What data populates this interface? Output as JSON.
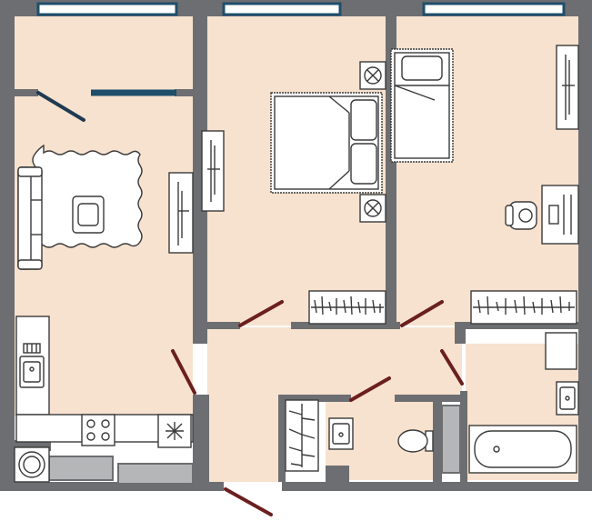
{
  "colors": {
    "wall": "#6d6e71",
    "floor": "#f7e2cf",
    "window": "#1f4e6b",
    "door": "#6b1f1f",
    "furniture_stroke": "#3a3a3a",
    "furniture_fill": "#ffffff",
    "utility_gray": "#b5b6b8"
  },
  "rooms": [
    {
      "id": "hall-entry"
    },
    {
      "id": "living-kitchen"
    },
    {
      "id": "bedroom-master"
    },
    {
      "id": "bedroom-second"
    },
    {
      "id": "bathroom"
    },
    {
      "id": "toilet-room"
    }
  ],
  "fixtures": [
    "sofa",
    "rug",
    "coffee-table",
    "wardrobe",
    "double-bed",
    "nightstand",
    "single-bed",
    "desk",
    "office-chair",
    "closet",
    "kitchen-sink",
    "stove",
    "fridge",
    "washing-machine",
    "toilet",
    "bathroom-sink",
    "bathtub",
    "shower-rack"
  ]
}
